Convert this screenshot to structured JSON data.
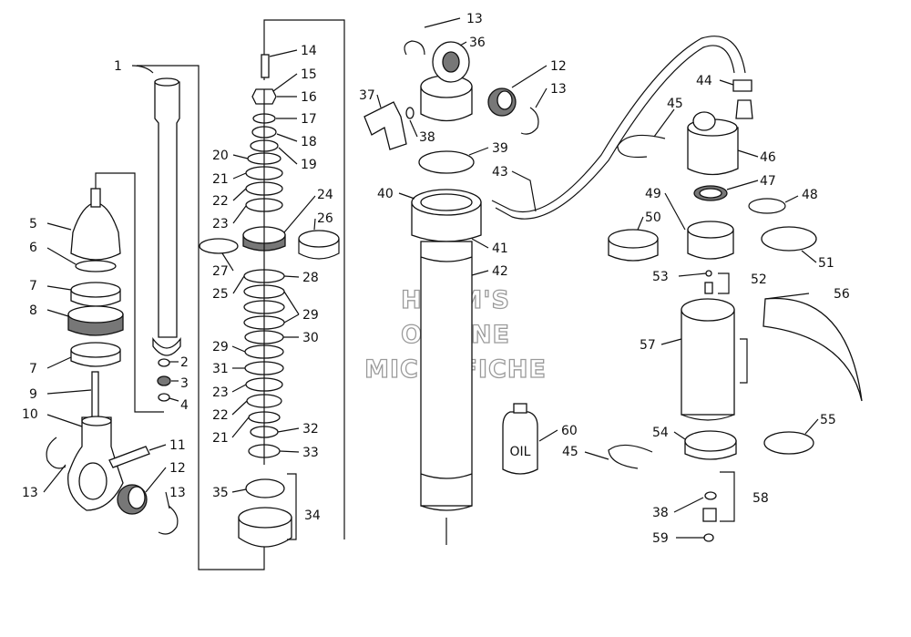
{
  "watermark": [
    "HLSM'S",
    "ONLINE",
    "MICROFICHE"
  ],
  "callouts": [
    {
      "id": "c1",
      "text": "1"
    },
    {
      "id": "c2",
      "text": "2"
    },
    {
      "id": "c3",
      "text": "3"
    },
    {
      "id": "c4",
      "text": "4"
    },
    {
      "id": "c5",
      "text": "5"
    },
    {
      "id": "c6",
      "text": "6"
    },
    {
      "id": "c7a",
      "text": "7"
    },
    {
      "id": "c7b",
      "text": "7"
    },
    {
      "id": "c8",
      "text": "8"
    },
    {
      "id": "c9",
      "text": "9"
    },
    {
      "id": "c10",
      "text": "10"
    },
    {
      "id": "c11",
      "text": "11"
    },
    {
      "id": "c12a",
      "text": "12"
    },
    {
      "id": "c13a",
      "text": "13"
    },
    {
      "id": "c13b",
      "text": "13"
    },
    {
      "id": "c14",
      "text": "14"
    },
    {
      "id": "c15",
      "text": "15"
    },
    {
      "id": "c16",
      "text": "16"
    },
    {
      "id": "c17",
      "text": "17"
    },
    {
      "id": "c18",
      "text": "18"
    },
    {
      "id": "c19",
      "text": "19"
    },
    {
      "id": "c20",
      "text": "20"
    },
    {
      "id": "c21a",
      "text": "21"
    },
    {
      "id": "c22a",
      "text": "22"
    },
    {
      "id": "c23a",
      "text": "23"
    },
    {
      "id": "c24",
      "text": "24"
    },
    {
      "id": "c26",
      "text": "26"
    },
    {
      "id": "c27",
      "text": "27"
    },
    {
      "id": "c25",
      "text": "25"
    },
    {
      "id": "c28",
      "text": "28"
    },
    {
      "id": "c29a",
      "text": "29"
    },
    {
      "id": "c29b",
      "text": "29"
    },
    {
      "id": "c30",
      "text": "30"
    },
    {
      "id": "c31",
      "text": "31"
    },
    {
      "id": "c23b",
      "text": "23"
    },
    {
      "id": "c22b",
      "text": "22"
    },
    {
      "id": "c21b",
      "text": "21"
    },
    {
      "id": "c32",
      "text": "32"
    },
    {
      "id": "c33",
      "text": "33"
    },
    {
      "id": "c34",
      "text": "34"
    },
    {
      "id": "c35",
      "text": "35"
    },
    {
      "id": "c13c",
      "text": "13"
    },
    {
      "id": "c36",
      "text": "36"
    },
    {
      "id": "c12b",
      "text": "12"
    },
    {
      "id": "c13d",
      "text": "13"
    },
    {
      "id": "c37",
      "text": "37"
    },
    {
      "id": "c38a",
      "text": "38"
    },
    {
      "id": "c39",
      "text": "39"
    },
    {
      "id": "c43",
      "text": "43"
    },
    {
      "id": "c40",
      "text": "40"
    },
    {
      "id": "c41",
      "text": "41"
    },
    {
      "id": "c42",
      "text": "42"
    },
    {
      "id": "c60",
      "text": "60"
    },
    {
      "id": "c44",
      "text": "44"
    },
    {
      "id": "c45a",
      "text": "45"
    },
    {
      "id": "c46",
      "text": "46"
    },
    {
      "id": "c47",
      "text": "47"
    },
    {
      "id": "c49",
      "text": "49"
    },
    {
      "id": "c48",
      "text": "48"
    },
    {
      "id": "c50",
      "text": "50"
    },
    {
      "id": "c51",
      "text": "51"
    },
    {
      "id": "c53",
      "text": "53"
    },
    {
      "id": "c52",
      "text": "52"
    },
    {
      "id": "c56",
      "text": "56"
    },
    {
      "id": "c57",
      "text": "57"
    },
    {
      "id": "c54",
      "text": "54"
    },
    {
      "id": "c55",
      "text": "55"
    },
    {
      "id": "c45b",
      "text": "45"
    },
    {
      "id": "c58",
      "text": "58"
    },
    {
      "id": "c38b",
      "text": "38"
    },
    {
      "id": "c59",
      "text": "59"
    }
  ],
  "oil_label": "OIL"
}
